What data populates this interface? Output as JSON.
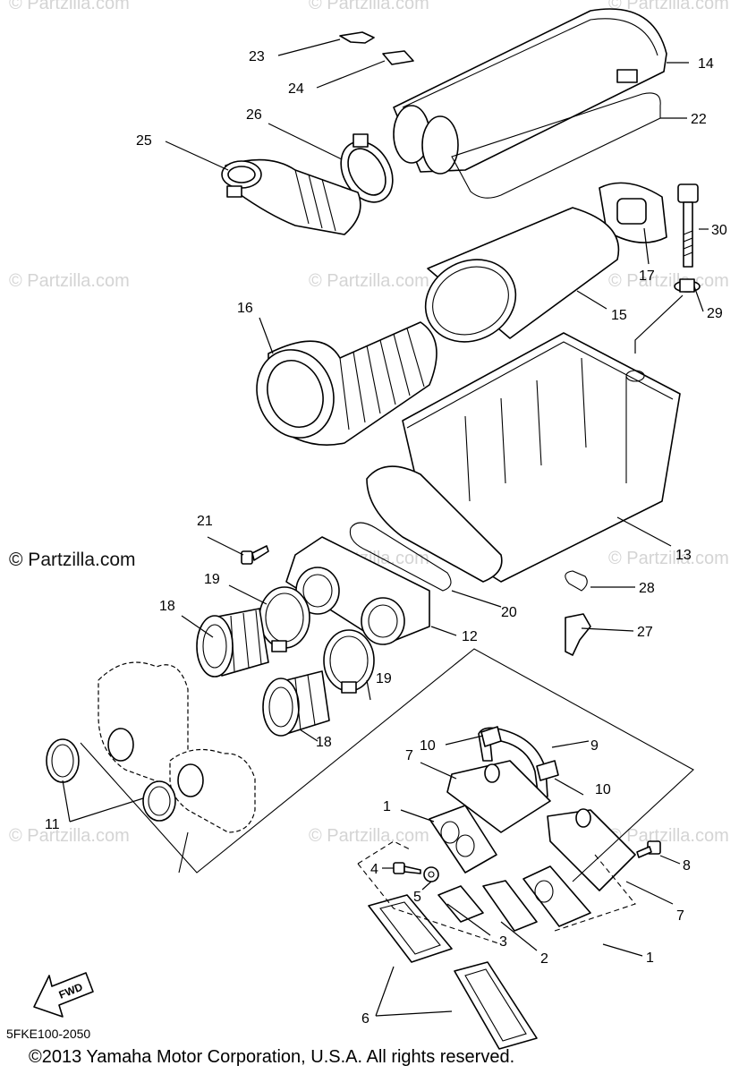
{
  "watermarks": {
    "faint": "© Partzilla.com",
    "main": "© Partzilla.com"
  },
  "diagram_code": "5FKE100-2050",
  "copyright": "©2013  Yamaha Motor Corporation, U.S.A. All rights reserved.",
  "fwd_label": "FWD",
  "callouts": {
    "c23": "23",
    "c24": "24",
    "c14": "14",
    "c26": "26",
    "c22": "22",
    "c25": "25",
    "c30": "30",
    "c17": "17",
    "c15": "15",
    "c29": "29",
    "c16": "16",
    "c13": "13",
    "c21": "21",
    "c20": "20",
    "c28": "28",
    "c19a": "19",
    "c18a": "18",
    "c12": "12",
    "c27": "27",
    "c19b": "19",
    "c18b": "18",
    "c10a": "10",
    "c9": "9",
    "c7a": "7",
    "c10b": "10",
    "c1a": "1",
    "c8": "8",
    "c4": "4",
    "c5": "5",
    "c7b": "7",
    "c3": "3",
    "c2": "2",
    "c1b": "1",
    "c11": "11",
    "c6": "6"
  }
}
